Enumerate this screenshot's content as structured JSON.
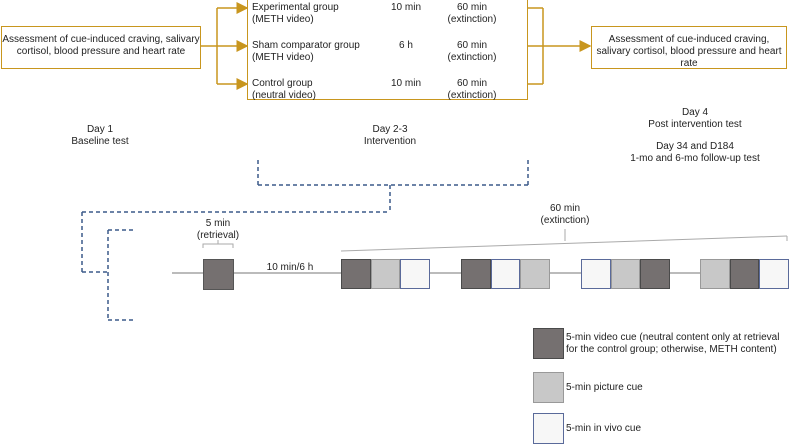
{
  "assessment_left": "Assessment of cue-induced craving, salivary cortisol, blood pressure and heart rate",
  "assessment_right": "Assessment of cue-induced craving, salivary cortisol, blood pressure and heart rate",
  "groups": [
    {
      "name": "Experimental group",
      "video": "(METH video)",
      "interval": "10 min",
      "duration": "60 min",
      "note": "(extinction)"
    },
    {
      "name": "Sham comparator group",
      "video": "(METH video)",
      "interval": "6 h",
      "duration": "60 min",
      "note": "(extinction)"
    },
    {
      "name": "Control group",
      "video": "(neutral video)",
      "interval": "10 min",
      "duration": "60 min",
      "note": "(extinction)"
    }
  ],
  "days": {
    "day1": {
      "line1": "Day 1",
      "line2": "Baseline test"
    },
    "day23": {
      "line1": "Day 2-3",
      "line2": "Intervention"
    },
    "day4": {
      "line1": "Day 4",
      "line2": "Post intervention test"
    },
    "followup": {
      "line1": "Day 34 and D184",
      "line2": "1-mo and 6-mo follow-up test"
    }
  },
  "timeline": {
    "retrieval_label1": "5 min",
    "retrieval_label2": "(retrieval)",
    "interval_label": "10 min/6 h",
    "extinction_label1": "60 min",
    "extinction_label2": "(extinction)",
    "blocks": [
      [
        "video",
        "picture",
        "invivo"
      ],
      [
        "video",
        "invivo",
        "picture"
      ],
      [
        "invivo",
        "picture",
        "video"
      ],
      [
        "picture",
        "video",
        "invivo"
      ]
    ]
  },
  "legend": [
    {
      "type": "video",
      "color": "#757070",
      "line1": "5-min video cue (neutral content only at retrieval",
      "line2": "for the control group; otherwise, METH content)"
    },
    {
      "type": "picture",
      "color": "#c8c8c8",
      "line1": "5-min picture cue",
      "line2": ""
    },
    {
      "type": "invivo",
      "color": "#f7f7f7",
      "line1": "5-min in vivo cue",
      "line2": ""
    }
  ],
  "colors": {
    "box_border": "#c8961e",
    "arrow": "#c8961e",
    "dashed": "#3b5a8a",
    "video": "#757070",
    "picture": "#c8c8c8",
    "invivo": "#f7f7f7"
  }
}
